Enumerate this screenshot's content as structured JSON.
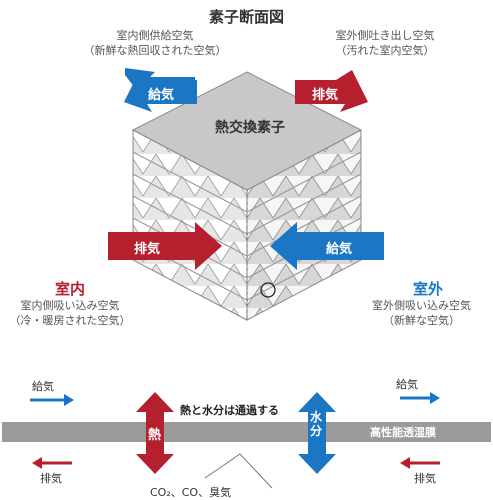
{
  "title": "素子断面図",
  "top_left": {
    "line1": "室内側供給空気",
    "line2": "（新鮮な熱回収された空気）"
  },
  "top_right": {
    "line1": "室外側吐き出し空気",
    "line2": "（汚れた室内空気）"
  },
  "core_label": "熱交換素子",
  "arrows": {
    "supply_top": "給気",
    "exhaust_top": "排気",
    "exhaust_mid": "排気",
    "supply_mid": "給気"
  },
  "indoor": {
    "title": "室内",
    "line1": "室内側吸い込み空気",
    "line2": "（冷・暖房された空気）"
  },
  "outdoor": {
    "title": "室外",
    "line1": "室外側吸い込み空気",
    "line2": "（新鮮な空気）"
  },
  "membrane": {
    "left_supply": "給気",
    "right_supply": "給気",
    "left_exhaust": "排気",
    "right_exhaust": "排気",
    "passes_text": "熱と水分は通過する",
    "heat_label": "熱",
    "water_label": "水分",
    "membrane_label": "高性能透湿膜",
    "blocked_text": "CO₂、CO、臭気"
  },
  "colors": {
    "supply_blue": "#1b76c4",
    "exhaust_red": "#b51f2e",
    "membrane_gray": "#9b9b9b"
  }
}
